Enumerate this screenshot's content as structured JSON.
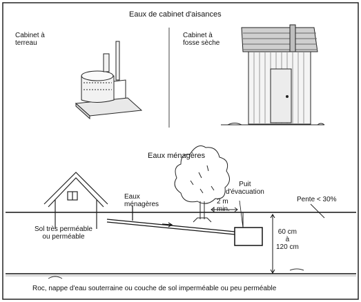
{
  "top_section": {
    "title": "Eaux de cabinet d'aisances",
    "left_label": "Cabinet à\nterreau",
    "right_label": "Cabinet à\nfosse sèche"
  },
  "bottom_section": {
    "title": "Eaux ménagères",
    "puit_label": "Puit\nd'évacuation",
    "eaux_label": "Eaux\nménagères",
    "distance_label": "2 m\nmin.",
    "pente_label": "Pente < 30%",
    "sol_label": "Sol très perméable\nou perméable",
    "depth_label": "60 cm\nà\n120 cm",
    "bottom_caption": "Roc, nappe d'eau souterraine ou couche de sol imperméable ou peu perméable"
  }
}
